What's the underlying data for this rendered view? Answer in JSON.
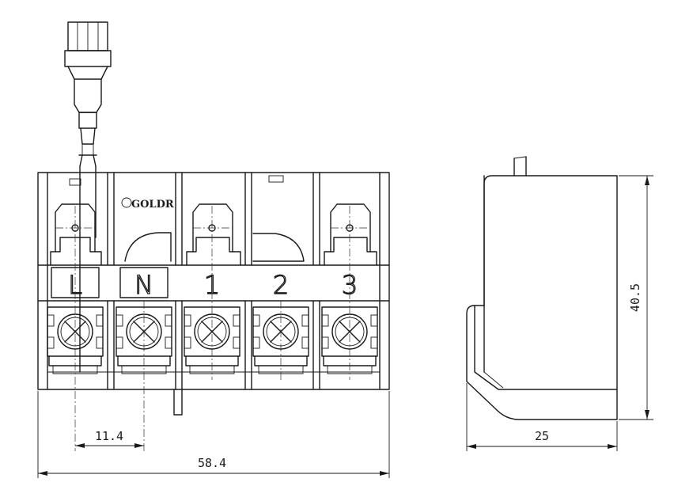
{
  "front_view": {
    "brand": "GOLDR",
    "terminals": [
      {
        "label": "L",
        "boxed": true
      },
      {
        "label": "N",
        "boxed": true
      },
      {
        "label": "1",
        "boxed": false
      },
      {
        "label": "2",
        "boxed": false
      },
      {
        "label": "3",
        "boxed": false
      }
    ],
    "dimension_pitch": "11.4",
    "dimension_width": "58.4"
  },
  "side_view": {
    "dimension_height": "40.5",
    "dimension_depth": "25"
  }
}
